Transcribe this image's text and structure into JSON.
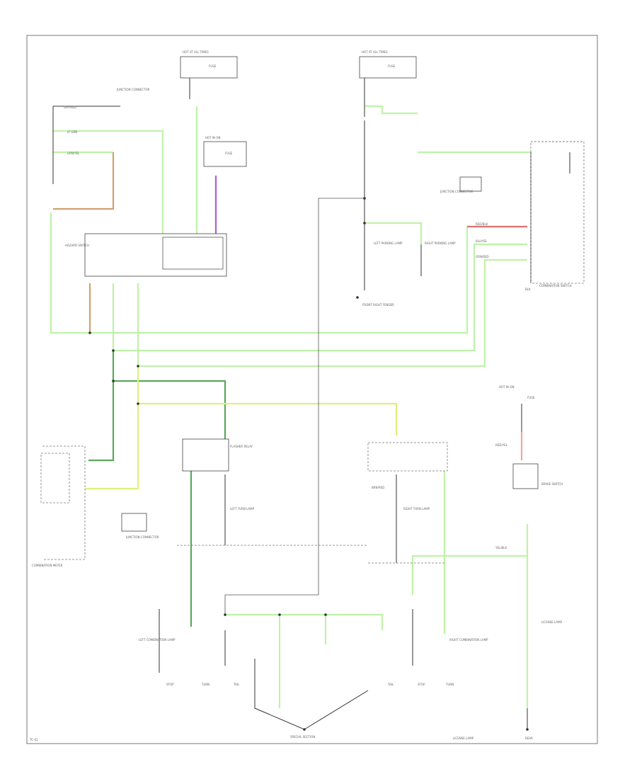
{
  "diagram": {
    "labels": {
      "hot_top_left": "HOT AT ALL TIMES",
      "hot_top_right": "HOT AT ALL TIMES",
      "fuse_top_left": "FUSE",
      "fuse_top_right": "FUSE",
      "hot_run": "HOT IN ON",
      "fuse_mid": "FUSE",
      "hot_right": "HOT IN ON",
      "fuse_right": "FUSE",
      "junction_top": "JUNCTION CONNECTOR",
      "junction_mid": "JUNCTION CONNECTOR",
      "junction_bottom": "JUNCTION CONNECTOR",
      "hazard_switch": "HAZARD SWITCH",
      "combination_switch": "COMBINATION SWITCH",
      "combination_meter": "COMBINATION METER",
      "flasher_relay": "FLASHER RELAY",
      "left_parking_lamp": "LEFT PARKING LAMP",
      "right_parking_lamp": "RIGHT PARKING LAMP",
      "left_turn_lamp": "LEFT TURN LAMP",
      "right_turn_lamp": "RIGHT TURN LAMP",
      "left_combination_lamp": "LEFT COMBINATION LAMP",
      "right_combination_lamp": "RIGHT COMBINATION LAMP",
      "license_lamp": "LICENSE LAMP",
      "brake_switch": "BRAKE SWITCH",
      "stop": "STOP",
      "turn": "TURN",
      "tail": "TAIL",
      "ground_front": "FRONT RIGHT FENDER",
      "ground_rear": "REAR",
      "bottom_center": "SPECIAL SECTION",
      "bottom_right": "LICENSE LAMP",
      "footer": "TC-01"
    },
    "wires": {
      "gry_red": "GRY/RED",
      "red_blk": "RED/BLK",
      "lt_grn": "LT GRN",
      "grn_yel": "GRN/YEL",
      "blu_yel": "BLU/YEL",
      "grn_red": "GRN/RED",
      "red_yel": "RED/YEL",
      "yel_blk": "YEL/BLK",
      "brn_red": "BRN/RED",
      "blk": "BLK"
    }
  }
}
